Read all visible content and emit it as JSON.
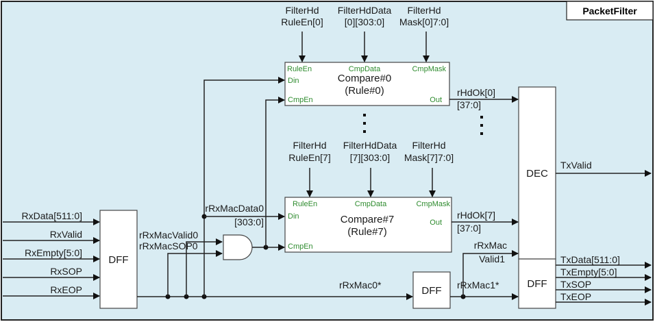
{
  "title": "PacketFilter",
  "colors": {
    "background": "#d9ecf3",
    "port_label": "#2e8b2e",
    "block_fill": "#ffffff"
  },
  "inputs": [
    "RxData[511:0]",
    "RxValid",
    "RxEmpty[5:0]",
    "RxSOP",
    "RxEOP"
  ],
  "dff_in": {
    "label": "DFF"
  },
  "dff_mid": {
    "label": "DFF"
  },
  "dff_out": {
    "label": "DFF"
  },
  "dec": {
    "label": "DEC"
  },
  "signals": {
    "rx_mac_data0": "rRxMacData0",
    "rx_mac_data0_width": "[303:0]",
    "rx_mac_valid0": "rRxMacValid0",
    "rx_mac_sop0": "rRxMacSOP0",
    "rx_mac0": "rRxMac0*",
    "rx_mac1": "rRxMac1*",
    "rx_mac_valid1_line1": "rRxMac",
    "rx_mac_valid1_line2": "Valid1"
  },
  "compare0": {
    "title": "Compare#0",
    "subtitle": "(Rule#0)",
    "ports": {
      "rule_en": "RuleEn",
      "cmp_data": "CmpData",
      "cmp_mask": "CmpMask",
      "din": "Din",
      "cmp_en": "CmpEn",
      "out": "Out"
    },
    "in_rule_en": [
      "FilterHd",
      "RuleEn[0]"
    ],
    "in_data": [
      "FilterHdData",
      "[0][303:0]"
    ],
    "in_mask": [
      "FilterHd",
      "Mask[0]7:0]"
    ],
    "out_label": "rHdOk[0]",
    "out_width": "[37:0]"
  },
  "compare7": {
    "title": "Compare#7",
    "subtitle": "(Rule#7)",
    "ports": {
      "rule_en": "RuleEn",
      "cmp_data": "CmpData",
      "cmp_mask": "CmpMask",
      "din": "Din",
      "cmp_en": "CmpEn",
      "out": "Out"
    },
    "in_rule_en": [
      "FilterHd",
      "RuleEn[7]"
    ],
    "in_data": [
      "FilterHdData",
      "[7][303:0]"
    ],
    "in_mask": [
      "FilterHd",
      "Mask[7]7:0]"
    ],
    "out_label": "rHdOk[7]",
    "out_width": "[37:0]"
  },
  "outputs": {
    "tx_valid": "TxValid",
    "tx_data": "TxData[511:0]",
    "tx_empty": "TxEmpty[5:0]",
    "tx_sop": "TxSOP",
    "tx_eop": "TxEOP"
  }
}
